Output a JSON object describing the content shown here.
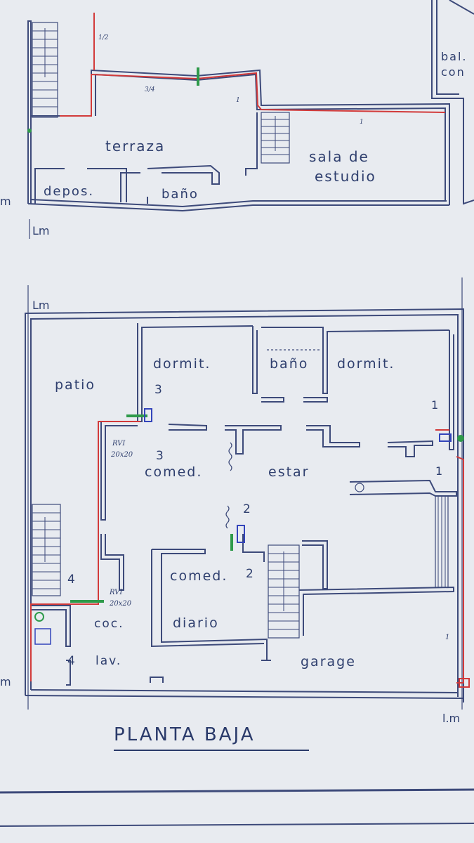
{
  "upper_floor": {
    "rooms": {
      "terrace": "terraza",
      "storage": "depos.",
      "bathroom": "baño",
      "study_line1": "sala de",
      "study_line2": "estudio",
      "balcony_line1": "bal.",
      "balcony_line2": "con"
    },
    "line_marks": {
      "left_edge": "m",
      "left_below": "Lm"
    },
    "notes": {
      "pipe_a": "3/4",
      "pipe_b": "1",
      "pipe_c": "1/2",
      "pipe_d": "1"
    }
  },
  "ground_floor": {
    "title": "PLANTA   BAJA",
    "rooms": {
      "patio": "patio",
      "bedroom_left": "dormit.",
      "bathroom": "baño",
      "bedroom_right": "dormit.",
      "dining": "comed.",
      "living": "estar",
      "breakfast_line1": "comed.",
      "breakfast_line2": "diario",
      "kitchen": "coc.",
      "laundry": "lav.",
      "garage": "garage"
    },
    "markers": {
      "m3a": "3",
      "m3b": "3",
      "m2a": "2",
      "m2b": "2",
      "m1a": "1",
      "m1b": "1",
      "m4a": "4",
      "m4b": "4"
    },
    "handwritten": {
      "rvi_top_line1": "RVI",
      "rvi_top_line2": "20x20",
      "rvi_bottom_line1": "RVI",
      "rvi_bottom_line2": "20x20",
      "pipe_right": "1"
    },
    "line_marks": {
      "top_left": "Lm",
      "left_edge": "m",
      "bottom_right": "l.m"
    }
  },
  "colors": {
    "ink": "#2f3f6e",
    "paper": "#e8ebf0",
    "red_line": "#d23a3a",
    "green_mark": "#2e9a4a"
  }
}
